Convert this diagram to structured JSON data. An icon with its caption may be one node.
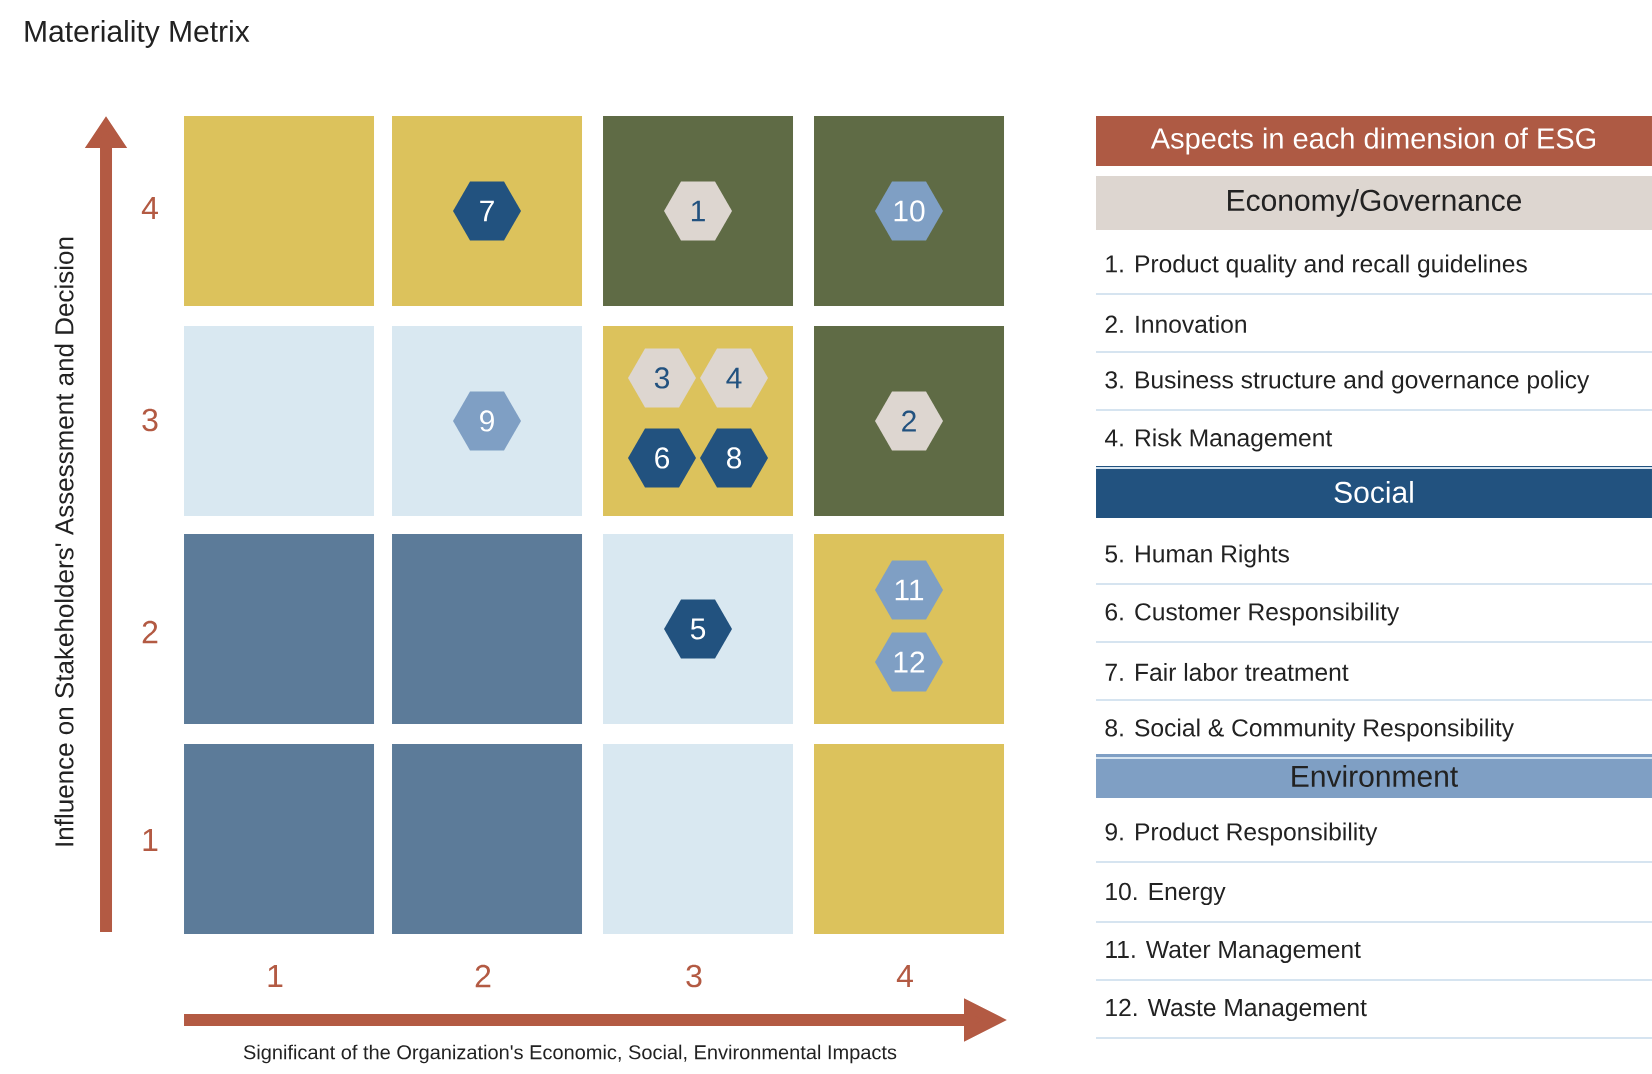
{
  "diagram": {
    "title": "Materiality Metrix",
    "nodes": [
      {
        "text": [],
        "shape": "box"
      },
      {
        "text": [],
        "shape": "box"
      },
      {
        "text": [
          "7"
        ],
        "in": 1
      },
      {
        "text": [],
        "shape": "box"
      },
      {
        "text": [
          "1"
        ],
        "in": 3
      },
      {
        "text": [],
        "shape": "box"
      },
      {
        "text": [
          "10"
        ],
        "in": 5
      },
      {
        "text": [],
        "shape": "box"
      },
      {
        "text": [],
        "shape": "box"
      },
      {
        "text": [
          "9"
        ],
        "in": 8
      },
      {
        "text": [],
        "shape": "box"
      },
      {
        "text": [
          "3"
        ],
        "in": 10
      },
      {
        "text": [
          "4"
        ],
        "in": 10
      },
      {
        "text": [
          "6"
        ],
        "in": 10
      },
      {
        "text": [
          "8"
        ],
        "in": 10
      },
      {
        "text": [],
        "shape": "box"
      },
      {
        "text": [
          "2"
        ],
        "in": 15
      },
      {
        "text": [],
        "shape": "box"
      },
      {
        "text": [],
        "shape": "box"
      },
      {
        "text": [],
        "shape": "box"
      },
      {
        "text": [
          "5"
        ],
        "in": 19
      },
      {
        "text": [],
        "shape": "box"
      },
      {
        "text": [
          "11"
        ],
        "in": 21
      },
      {
        "text": [
          "12"
        ],
        "in": 21
      },
      {
        "text": [],
        "shape": "box"
      },
      {
        "text": [],
        "shape": "box"
      },
      {
        "text": [],
        "shape": "box"
      },
      {
        "text": [],
        "shape": "box"
      },
      {
        "text": [
          "Aspects in each dimension of ESG"
        ]
      },
      {
        "text": [
          "Economy/Governance"
        ]
      },
      {
        "text": [
          "Social"
        ]
      },
      {
        "text": [
          "Environment"
        ]
      }
    ],
    "labels": [
      "Influence on Stakeholders' Assessment and Decision",
      "4",
      "3",
      "2",
      "1",
      "1",
      "2",
      "3",
      "4",
      "Significant of the Organization's Economic, Social, Environmental Impacts",
      "1. Product quality and recall guidelines",
      "2. Innovation",
      "3. Business structure and governance policy",
      "4. Risk Management",
      "5. Human Rights",
      "6. Customer Responsibility",
      "7. Fair labor treatment",
      "8. Social & Community Responsibility",
      "9. Product Responsibility",
      "10. Energy",
      "11. Water Management",
      "12. Waste Management"
    ]
  }
}
